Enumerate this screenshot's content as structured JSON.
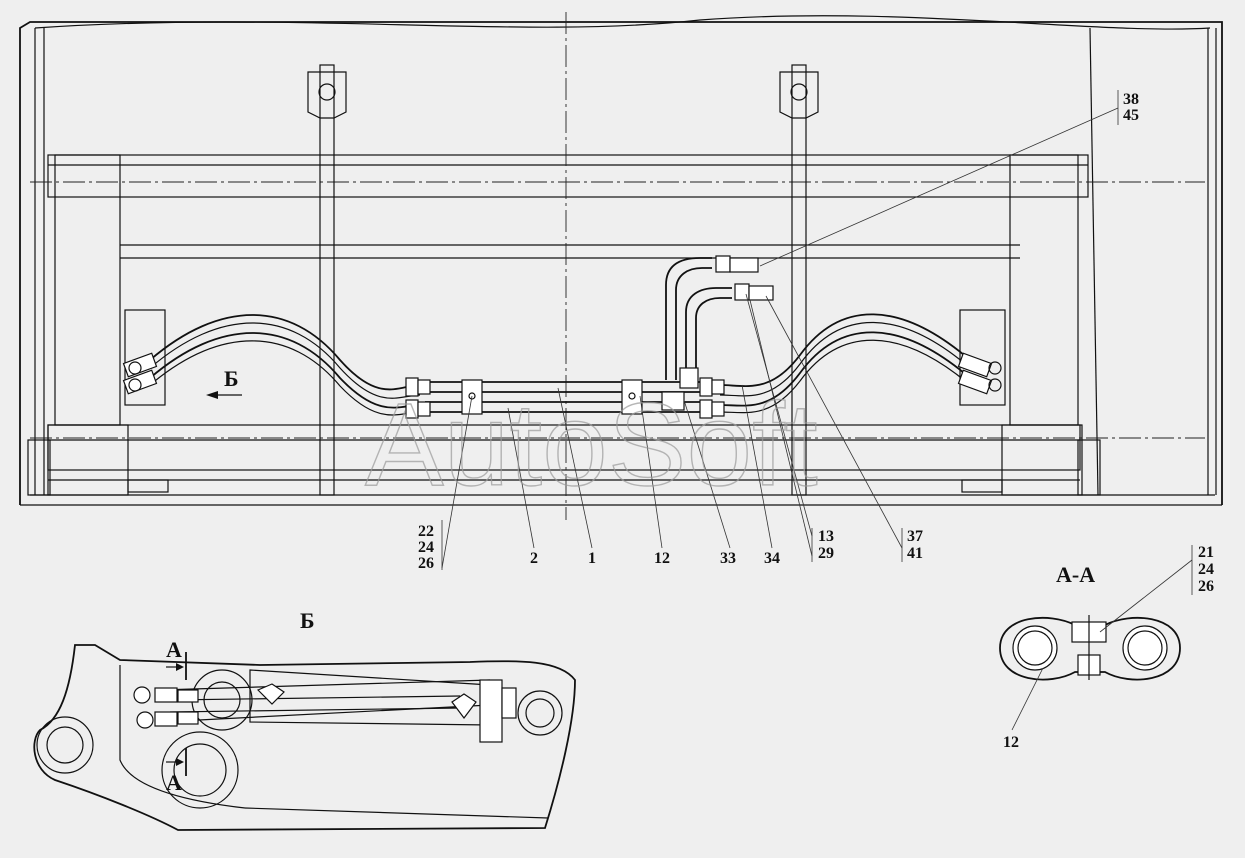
{
  "watermark": "AutoSoft",
  "views": {
    "section_aa_title": "А-А",
    "view_b_title": "Б",
    "view_b_arrow_label": "Б",
    "cut_mark_label_top": "А",
    "cut_mark_label_bottom": "А"
  },
  "callouts": {
    "c_38": "38",
    "c_45": "45",
    "c_22": "22",
    "c_24a": "24",
    "c_26a": "26",
    "c_2": "2",
    "c_1": "1",
    "c_12a": "12",
    "c_33": "33",
    "c_34": "34",
    "c_13": "13",
    "c_29": "29",
    "c_37": "37",
    "c_41": "41",
    "c_21": "21",
    "c_24b": "24",
    "c_26b": "26",
    "c_12b": "12"
  }
}
